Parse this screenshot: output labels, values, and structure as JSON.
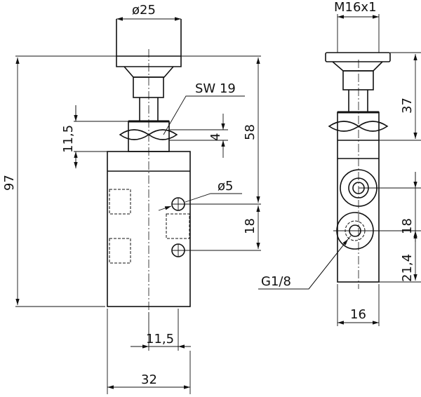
{
  "labels": {
    "cap_diameter": "ø25",
    "wrench_size": "SW 19",
    "nut_offset": "11,5",
    "nut_height": "4",
    "height_to_port": "58",
    "total_height": "97",
    "hole_diameter": "ø5",
    "port_spacing_front": "18",
    "port_offset_horizontal": "11,5",
    "body_width": "32",
    "thread": "M16x1",
    "cap_height_side": "37",
    "port_spacing_side": "18",
    "port_to_bottom": "21,4",
    "port_thread": "G1/8",
    "body_depth": "16"
  }
}
